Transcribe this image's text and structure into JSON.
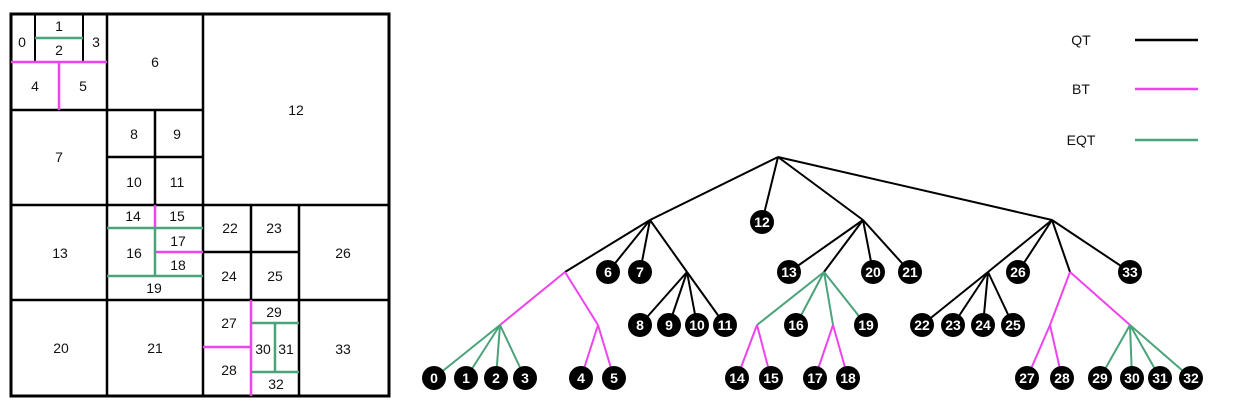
{
  "colors": {
    "QT": "#000000",
    "BT": "#ee44ee",
    "EQT": "#4aa37a"
  },
  "legend": [
    {
      "label": "QT",
      "type": "QT"
    },
    {
      "label": "BT",
      "type": "BT"
    },
    {
      "label": "EQT",
      "type": "EQT"
    }
  ],
  "partition_labels": [
    "0",
    "1",
    "2",
    "3",
    "4",
    "5",
    "6",
    "7",
    "8",
    "9",
    "10",
    "11",
    "12",
    "13",
    "14",
    "15",
    "16",
    "17",
    "18",
    "19",
    "20",
    "21",
    "22",
    "23",
    "24",
    "25",
    "26",
    "27",
    "28",
    "29",
    "30",
    "31",
    "32",
    "33"
  ],
  "tree": {
    "leaves": [
      "0",
      "1",
      "2",
      "3",
      "4",
      "5",
      "6",
      "7",
      "8",
      "9",
      "10",
      "11",
      "12",
      "13",
      "14",
      "15",
      "16",
      "17",
      "18",
      "19",
      "20",
      "21",
      "22",
      "23",
      "24",
      "25",
      "26",
      "27",
      "28",
      "29",
      "30",
      "31",
      "32",
      "33"
    ]
  }
}
